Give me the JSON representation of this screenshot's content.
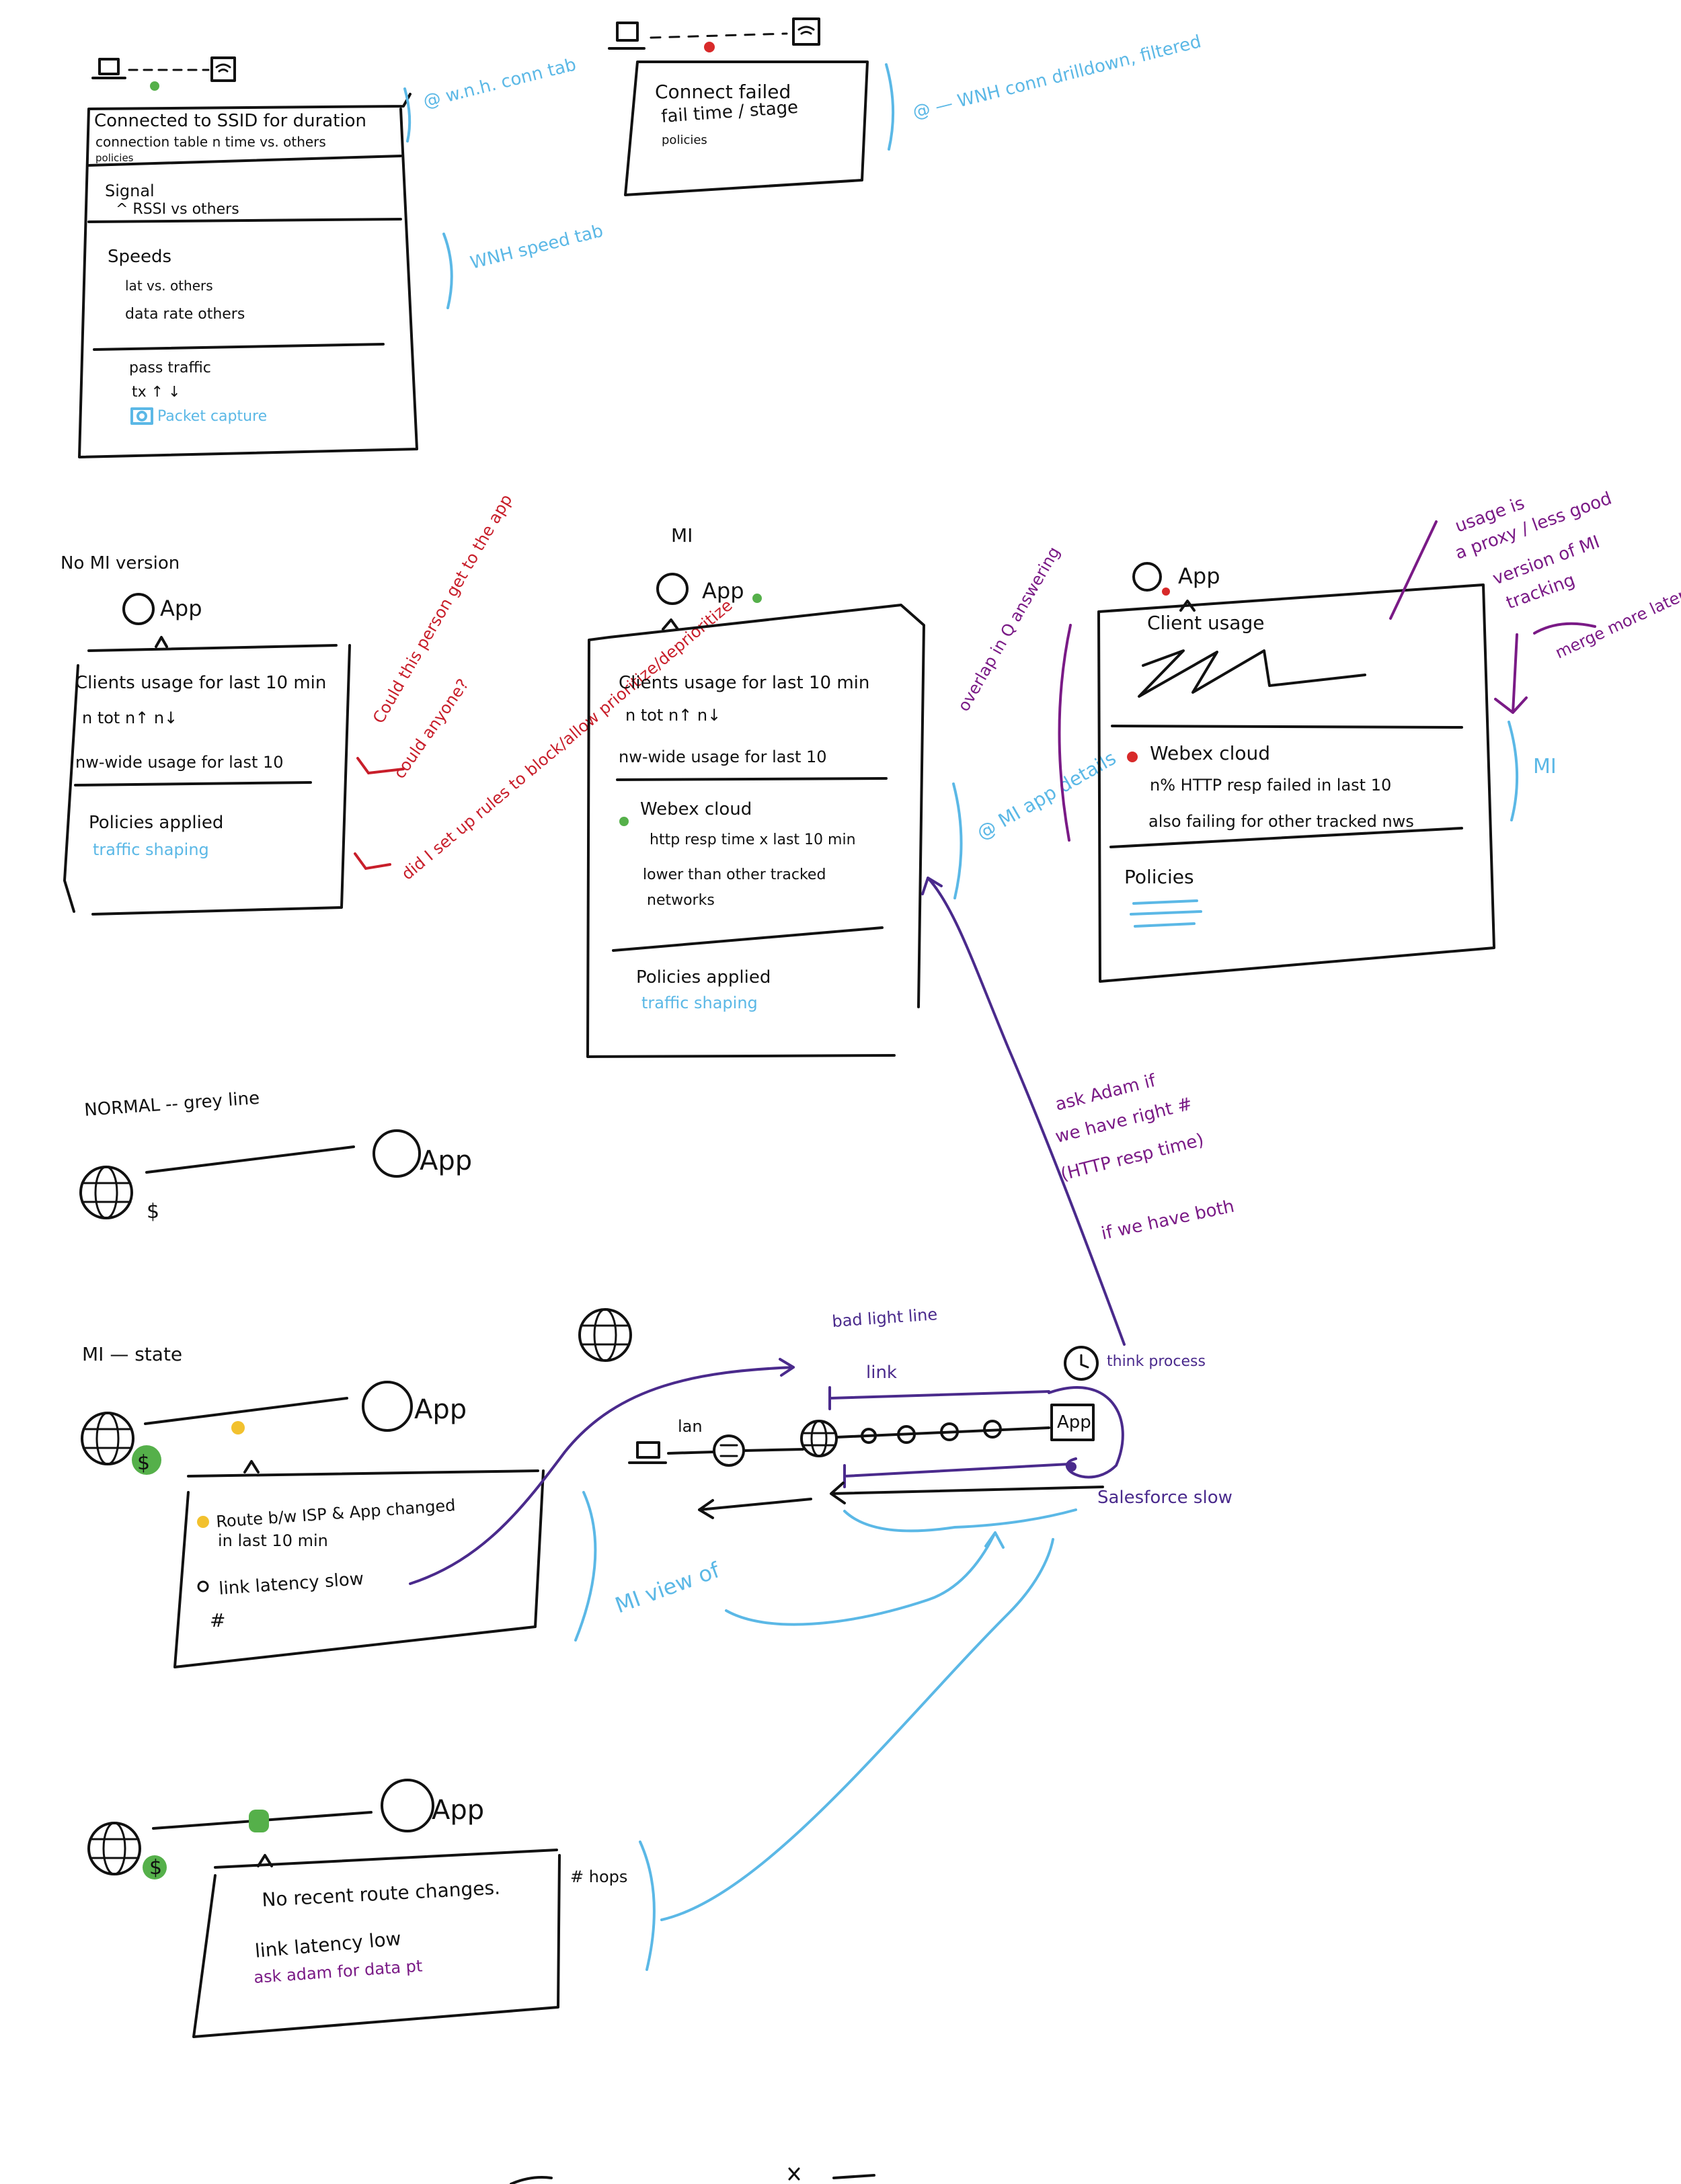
{
  "sketch1": {
    "line1": "Connected to SSID for duration",
    "line2": "connection table n time vs. others",
    "line3": "policies",
    "signal": "Signal",
    "rssi": "^ RSSI vs others",
    "speeds": "Speeds",
    "lat": "lat vs. others",
    "datarate": "data rate  others",
    "pass": "pass traffic",
    "arrows": "tx ↑  ↓",
    "capture": "Packet capture",
    "note_conn": "@ w.n.h. conn tab",
    "note_speed": "WNH speed tab"
  },
  "sketch2": {
    "line1": "Connect failed",
    "line2": "fail time / stage",
    "line3": "policies",
    "note": "@ — WNH conn drilldown, filtered"
  },
  "nomi": {
    "heading": "No MI version",
    "app": "App",
    "usage": "Clients usage for last 10 min",
    "counts": "n tot   n↑   n↓",
    "nw": "nw-wide usage  for last 10",
    "policies": "Policies applied",
    "shaping": "traffic shaping",
    "q1": "Could this person get to the app",
    "q2": "could anyone?",
    "q3": "did I set up rules to block/allow prioritize/deprioritize"
  },
  "mi": {
    "heading": "MI",
    "app": "App",
    "usage": "Clients usage for last 10 min",
    "counts": "n tot   n↑   n↓",
    "nw": "nw-wide usage  for last 10",
    "webex": "Webex cloud",
    "http": "http resp time  x   last 10 min",
    "lower": "lower than other tracked",
    "networks": "networks",
    "policies": "Policies applied",
    "shaping": "traffic shaping",
    "overlap": "overlap in Q answering",
    "note_app": "@ MI app details"
  },
  "usage_card": {
    "app": "App",
    "client": "Client usage",
    "webex": "Webex cloud",
    "http": "n% HTTP resp failed in last 10",
    "also": "also failing for other tracked nws",
    "policies": "Policies",
    "proxy1": "usage is",
    "proxy2": "a proxy / less good",
    "proxy3": "version of MI",
    "proxy4": "tracking",
    "merge": "merge more later?",
    "mi_label": "MI"
  },
  "normal": {
    "heading": "NORMAL -- grey line",
    "app": "App",
    "dollar": "$"
  },
  "ask": {
    "l1": "ask Adam if",
    "l2": "we have right #",
    "l3": "(HTTP resp time)",
    "l4": "if we have both"
  },
  "mistate": {
    "heading": "MI — state",
    "app": "App",
    "dollar": "$",
    "route1": "Route b/w ISP & App changed",
    "route2": "in last 10 min",
    "latency": "link latency slow",
    "hash": "#",
    "mi_view": "MI view of"
  },
  "chain": {
    "bad": "bad light line",
    "link": "link",
    "lan": "lan",
    "app": "App",
    "think": "think process",
    "salesforce": "Salesforce slow"
  },
  "bottom": {
    "app": "App",
    "dollar": "$",
    "noroute": "No recent route changes.",
    "latency": "link latency low",
    "ask": "ask adam for data pt",
    "hops": "# hops"
  },
  "colors": {
    "ink": "#111111",
    "blue_note": "#5bb8e6",
    "red_note": "#c81e2a",
    "purple_note": "#7a1a86",
    "indigo_arrow": "#4a2a8c",
    "green_status": "#55b04a",
    "yellow_status": "#f2c12e",
    "red_status": "#d82a2a"
  }
}
